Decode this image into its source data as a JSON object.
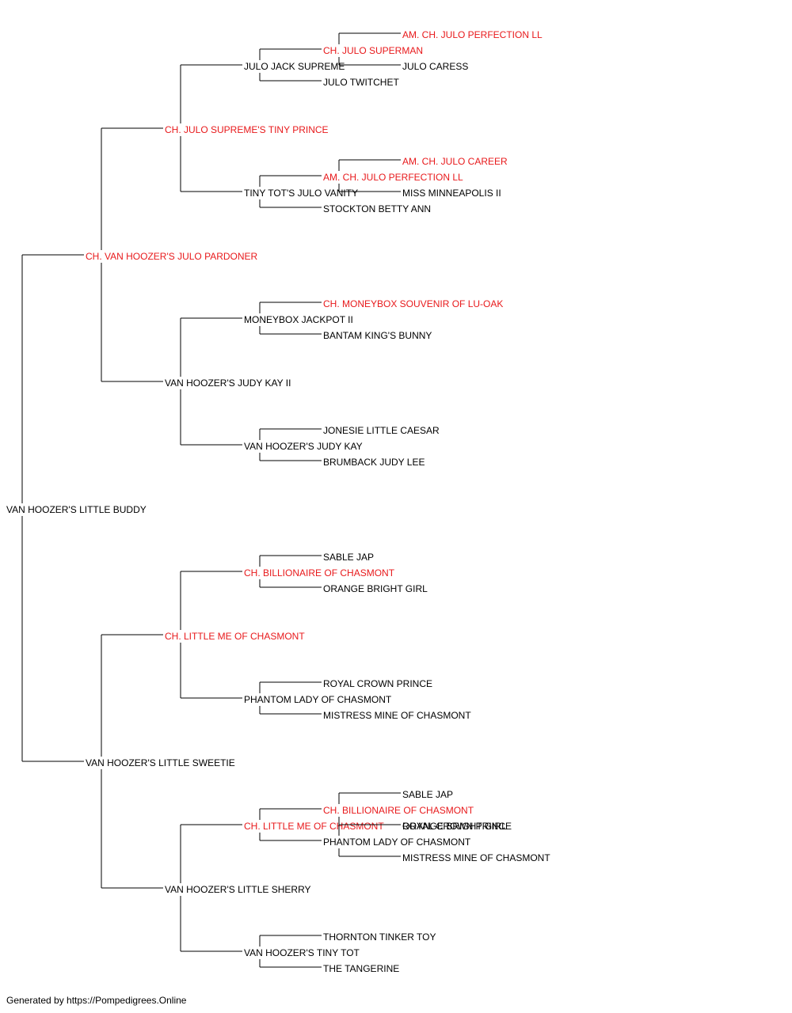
{
  "colors": {
    "champion": "#e8191b",
    "normal": "#000000",
    "line": "#000000"
  },
  "footer": "Generated by https://Pompedigrees.Online",
  "pedigree": {
    "name": "VAN HOOZER'S LITTLE BUDDY",
    "champion": false,
    "sire": {
      "name": "CH. VAN HOOZER'S JULO PARDONER",
      "champion": true,
      "sire": {
        "name": "CH. JULO SUPREME'S TINY PRINCE",
        "champion": true,
        "sire": {
          "name": "JULO JACK SUPREME",
          "champion": false,
          "sire": {
            "name": "CH. JULO SUPERMAN",
            "champion": true,
            "sire": {
              "name": "AM. CH. JULO PERFECTION LL",
              "champion": true
            },
            "dam": {
              "name": "JULO CARESS",
              "champion": false
            }
          },
          "dam": {
            "name": "JULO TWITCHET",
            "champion": false
          }
        },
        "dam": {
          "name": "TINY TOT'S JULO VANITY",
          "champion": false,
          "sire": {
            "name": "AM. CH. JULO PERFECTION LL",
            "champion": true,
            "sire": {
              "name": "AM. CH. JULO CAREER",
              "champion": true
            },
            "dam": {
              "name": "MISS MINNEAPOLIS II",
              "champion": false
            }
          },
          "dam": {
            "name": "STOCKTON BETTY ANN",
            "champion": false
          }
        }
      },
      "dam": {
        "name": "VAN HOOZER'S JUDY KAY II",
        "champion": false,
        "sire": {
          "name": "MONEYBOX JACKPOT II",
          "champion": false,
          "sire": {
            "name": "CH. MONEYBOX SOUVENIR OF LU-OAK",
            "champion": true
          },
          "dam": {
            "name": "BANTAM KING'S BUNNY",
            "champion": false
          }
        },
        "dam": {
          "name": "VAN HOOZER'S JUDY KAY",
          "champion": false,
          "sire": {
            "name": "JONESIE LITTLE CAESAR",
            "champion": false
          },
          "dam": {
            "name": "BRUMBACK JUDY LEE",
            "champion": false
          }
        }
      }
    },
    "dam": {
      "name": "VAN HOOZER'S LITTLE SWEETIE",
      "champion": false,
      "sire": {
        "name": "CH. LITTLE ME OF CHASMONT",
        "champion": true,
        "sire": {
          "name": "CH. BILLIONAIRE OF CHASMONT",
          "champion": true,
          "sire": {
            "name": "SABLE JAP",
            "champion": false
          },
          "dam": {
            "name": "ORANGE BRIGHT GIRL",
            "champion": false
          }
        },
        "dam": {
          "name": "PHANTOM LADY OF CHASMONT",
          "champion": false,
          "sire": {
            "name": "ROYAL CROWN PRINCE",
            "champion": false
          },
          "dam": {
            "name": "MISTRESS MINE OF CHASMONT",
            "champion": false
          }
        }
      },
      "dam": {
        "name": "VAN HOOZER'S LITTLE SHERRY",
        "champion": false,
        "sire": {
          "name": "CH. LITTLE ME OF CHASMONT",
          "champion": true,
          "sire": {
            "name": "CH. BILLIONAIRE OF CHASMONT",
            "champion": true,
            "sire": {
              "name": "SABLE JAP",
              "champion": false
            },
            "dam": {
              "name": "ORANGE BRIGHT GIRL",
              "champion": false
            }
          },
          "dam": {
            "name": "PHANTOM LADY OF CHASMONT",
            "champion": false,
            "sire": {
              "name": "ROYAL CROWN PRINCE",
              "champion": false
            },
            "dam": {
              "name": "MISTRESS MINE OF CHASMONT",
              "champion": false
            }
          }
        },
        "dam": {
          "name": "VAN HOOZER'S TINY TOT",
          "champion": false,
          "sire": {
            "name": "THORNTON TINKER TOY",
            "champion": false
          },
          "dam": {
            "name": "THE TANGERINE",
            "champion": false
          }
        }
      }
    }
  }
}
